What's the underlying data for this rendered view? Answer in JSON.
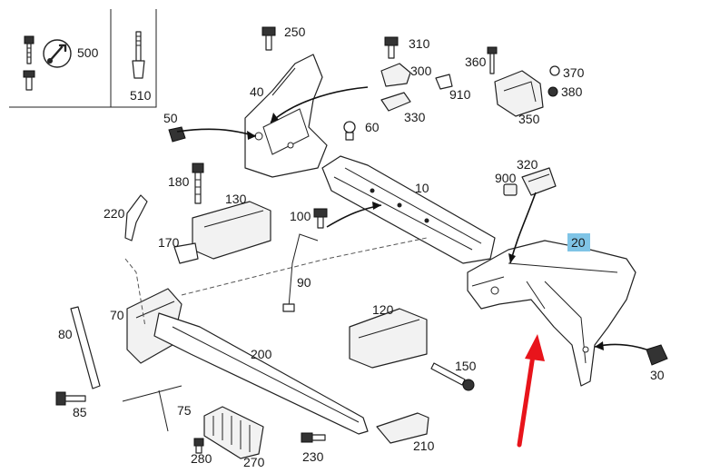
{
  "labels": {
    "p10": "10",
    "p20": "20",
    "p30": "30",
    "p40": "40",
    "p50": "50",
    "p60": "60",
    "p70": "70",
    "p75": "75",
    "p80": "80",
    "p85": "85",
    "p90": "90",
    "p100": "100",
    "p120": "120",
    "p130": "130",
    "p150": "150",
    "p170": "170",
    "p180": "180",
    "p200": "200",
    "p210": "210",
    "p220": "220",
    "p230": "230",
    "p250": "250",
    "p270": "270",
    "p280": "280",
    "p300": "300",
    "p310": "310",
    "p320": "320",
    "p330": "330",
    "p350": "350",
    "p360": "360",
    "p370": "370",
    "p380": "380",
    "p500": "500",
    "p510": "510",
    "p900": "900",
    "p910": "910"
  },
  "highlight": {
    "label": "20",
    "color": "#7fc4e6"
  },
  "annotation": {
    "arrow_color": "#e8141b"
  }
}
